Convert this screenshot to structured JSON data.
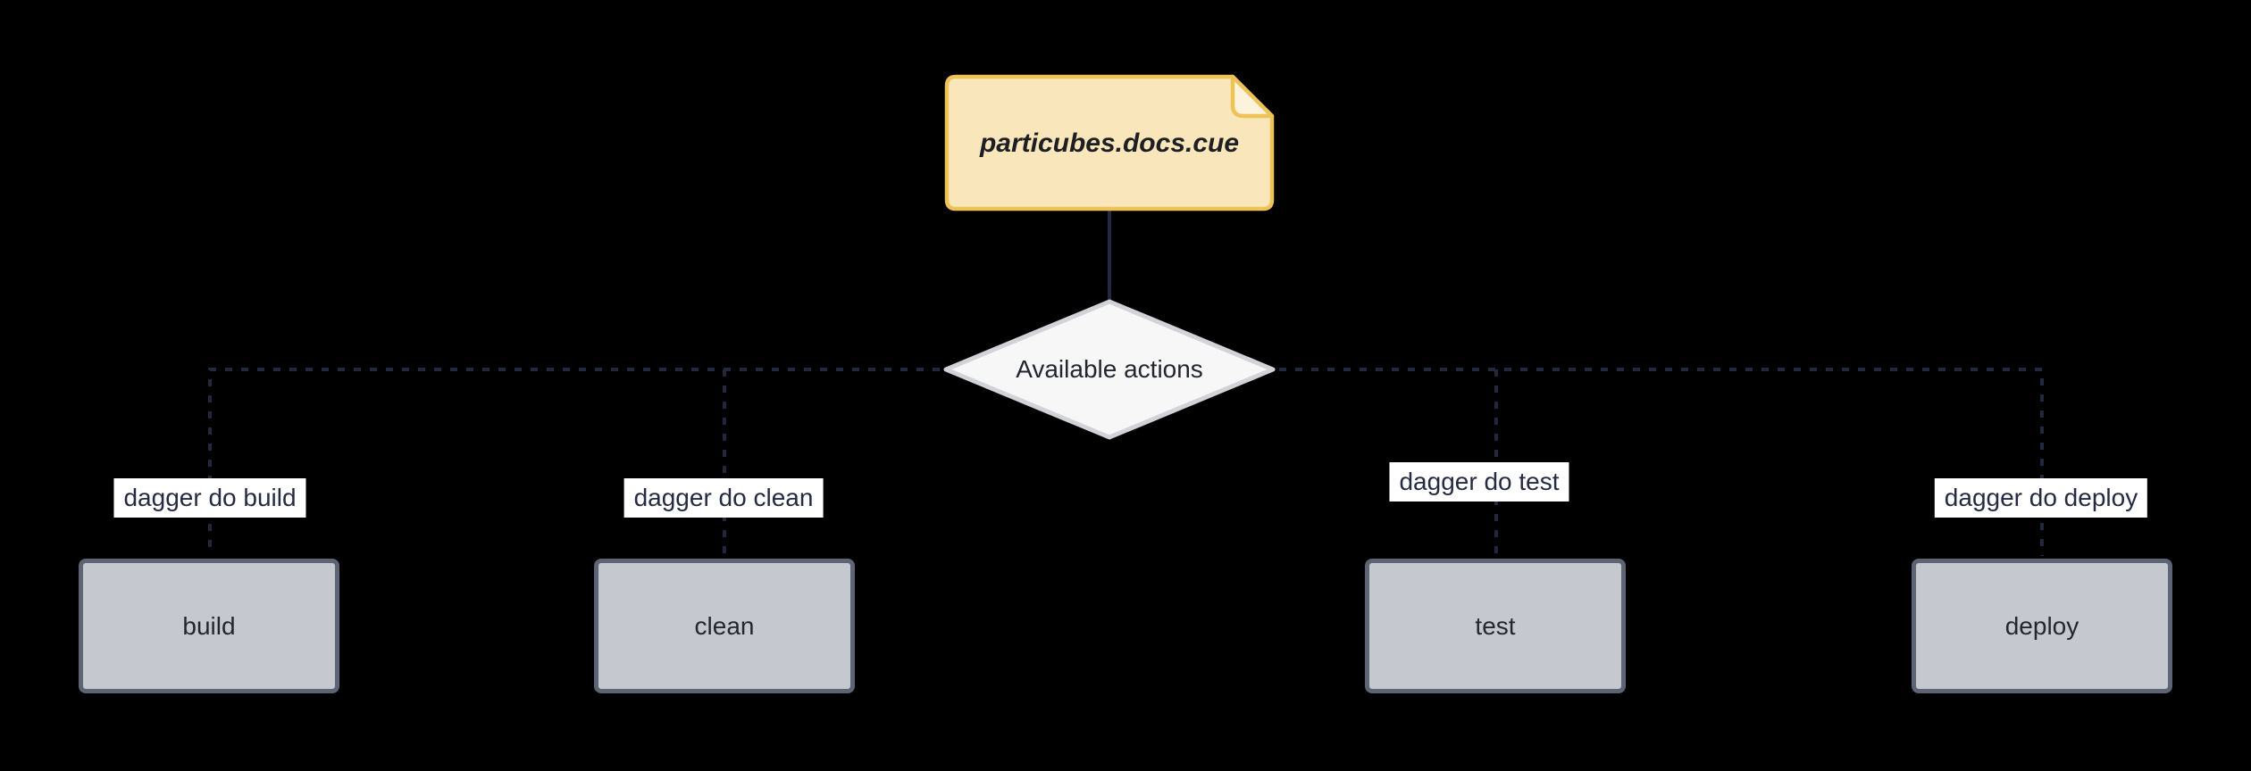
{
  "diagram": {
    "type": "flowchart",
    "note": {
      "label": "particubes.docs.cue"
    },
    "decision": {
      "label": "Available actions"
    },
    "actions": [
      {
        "node_label": "build",
        "edge_label": "dagger do build"
      },
      {
        "node_label": "clean",
        "edge_label": "dagger do clean"
      },
      {
        "node_label": "test",
        "edge_label": "dagger do test"
      },
      {
        "node_label": "deploy",
        "edge_label": "dagger do deploy"
      }
    ],
    "colors": {
      "background": "#000000",
      "note_fill": "#f9e6bb",
      "note_border": "#edc257",
      "note_fold_fill": "#fdf3dc",
      "decision_fill": "#f7f7f8",
      "decision_border": "#d1d3d9",
      "action_fill": "#c5c8ce",
      "action_border": "#5d6474",
      "edge_line": "#222840",
      "edge_label_bg": "#ffffff",
      "edge_label_text": "#252b42"
    }
  }
}
